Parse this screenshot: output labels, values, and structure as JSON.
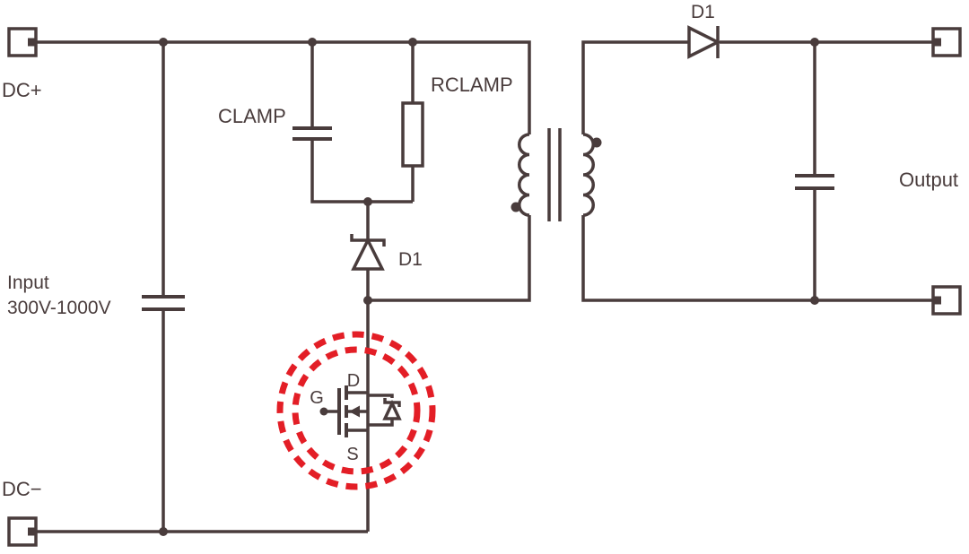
{
  "colors": {
    "wire": "#493c3c",
    "text": "#493c3c",
    "highlight": "#e31e26",
    "background": "#ffffff"
  },
  "terminals": {
    "dc_plus_label": "DC+",
    "dc_minus_label": "DC−"
  },
  "input": {
    "label_line1": "Input",
    "label_line2": "300V-1000V"
  },
  "clamp": {
    "capacitor_label": "CLAMP",
    "resistor_label": "RCLAMP",
    "diode_label": "D1"
  },
  "output": {
    "diode_label": "D1",
    "label": "Output"
  },
  "mosfet": {
    "drain_label": "D",
    "gate_label": "G",
    "source_label": "S"
  }
}
